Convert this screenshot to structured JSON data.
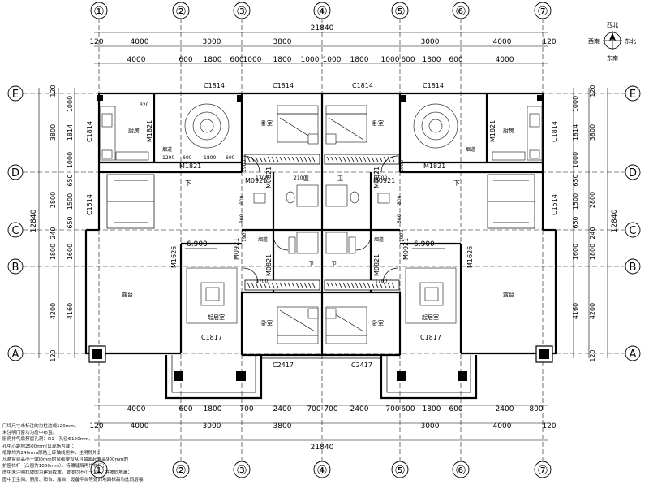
{
  "axes": {
    "vertical": [
      "①",
      "②",
      "③",
      "④",
      "⑤",
      "⑥",
      "⑦"
    ],
    "horizontal": [
      "E",
      "D",
      "C",
      "B",
      "A"
    ]
  },
  "dimensions": {
    "total_width": "21840",
    "total_depth": "12840",
    "top_row1": [
      "120",
      "4000",
      "3000",
      "3800",
      "3000",
      "4000",
      "120"
    ],
    "top_row2": [
      "4000",
      "600",
      "1800",
      "600",
      "1000",
      "1800",
      "1000",
      "1000",
      "1800",
      "1000",
      "600",
      "1800",
      "600",
      "4000"
    ],
    "bottom_row1": [
      "4000",
      "600",
      "1800",
      "700",
      "2400",
      "700",
      "700",
      "2400",
      "700",
      "600",
      "1800",
      "600",
      "2400",
      "800"
    ],
    "bottom_row2": [
      "120",
      "4000",
      "3000",
      "3800",
      "3000",
      "4000",
      "120"
    ],
    "left_outer": [
      "120",
      "3800",
      "2800",
      "240",
      "1800",
      "4200",
      "120"
    ],
    "left_inner": [
      "1000",
      "1814",
      "1000",
      "650",
      "1500",
      "650",
      "1600",
      "4160"
    ],
    "right_outer": [
      "120",
      "3800",
      "2800",
      "240",
      "1800",
      "4200",
      "120"
    ],
    "right_inner": [
      "1000",
      "1814",
      "1000",
      "650",
      "1500",
      "650",
      "1600",
      "4160"
    ]
  },
  "windows": [
    "C1814",
    "C1814",
    "C1814",
    "C1814",
    "C1814",
    "C1814",
    "C1514",
    "C1514",
    "C1817",
    "C1817",
    "C2417",
    "C2417"
  ],
  "doors": [
    "M1821",
    "M1821",
    "M1821",
    "M1821",
    "M0921",
    "M0921",
    "M0921",
    "M0921",
    "M0821",
    "M0821",
    "M0821",
    "M0821",
    "M1626",
    "M1626"
  ],
  "rooms": {
    "kitchen": "厨房",
    "bedroom": "卧室",
    "bath": "卫",
    "terrace": "露台",
    "living": "起居室",
    "down": "下"
  },
  "elevation": "6.900",
  "misc_labels": {
    "flue": "烟道",
    "kitchen_dims": [
      "320",
      "1200",
      "600",
      "1800",
      "600"
    ],
    "bath_dims": [
      "1700",
      "2100",
      "1700",
      "1700",
      "1700"
    ],
    "door_dims": [
      "1900",
      "1900",
      "1900",
      "1900"
    ],
    "small_dims": [
      "800",
      "800",
      "800",
      "800"
    ]
  },
  "compass": {
    "north": "西北",
    "west": "西南",
    "east": "东北",
    "south": "东南"
  },
  "notes": [
    "门垛尺寸未标注的为柱边或120mm。",
    "未注明门窗均为居中布置。",
    "厨房排气扇预留孔洞：D1—孔径Φ120mm,",
    "孔中心距地2500mm(以现场为准)；",
    "墙厚均为240mm厚粘土砖轴线居中，注明除外；",
    "凡悬窗台高小于900mm的窗都要设从可踏面起算高900mm的",
    "护窗栏杆（凸窗为1050mm），待镶缝后再作栏杆；",
    "图中未注明找坡的为建筑找坡，坡度均不小于1%，并坡向地漏；",
    "图中卫生间、厨房、阳台、露台、设备平台等处的地面标高均比同层楼地面低20mm。"
  ]
}
